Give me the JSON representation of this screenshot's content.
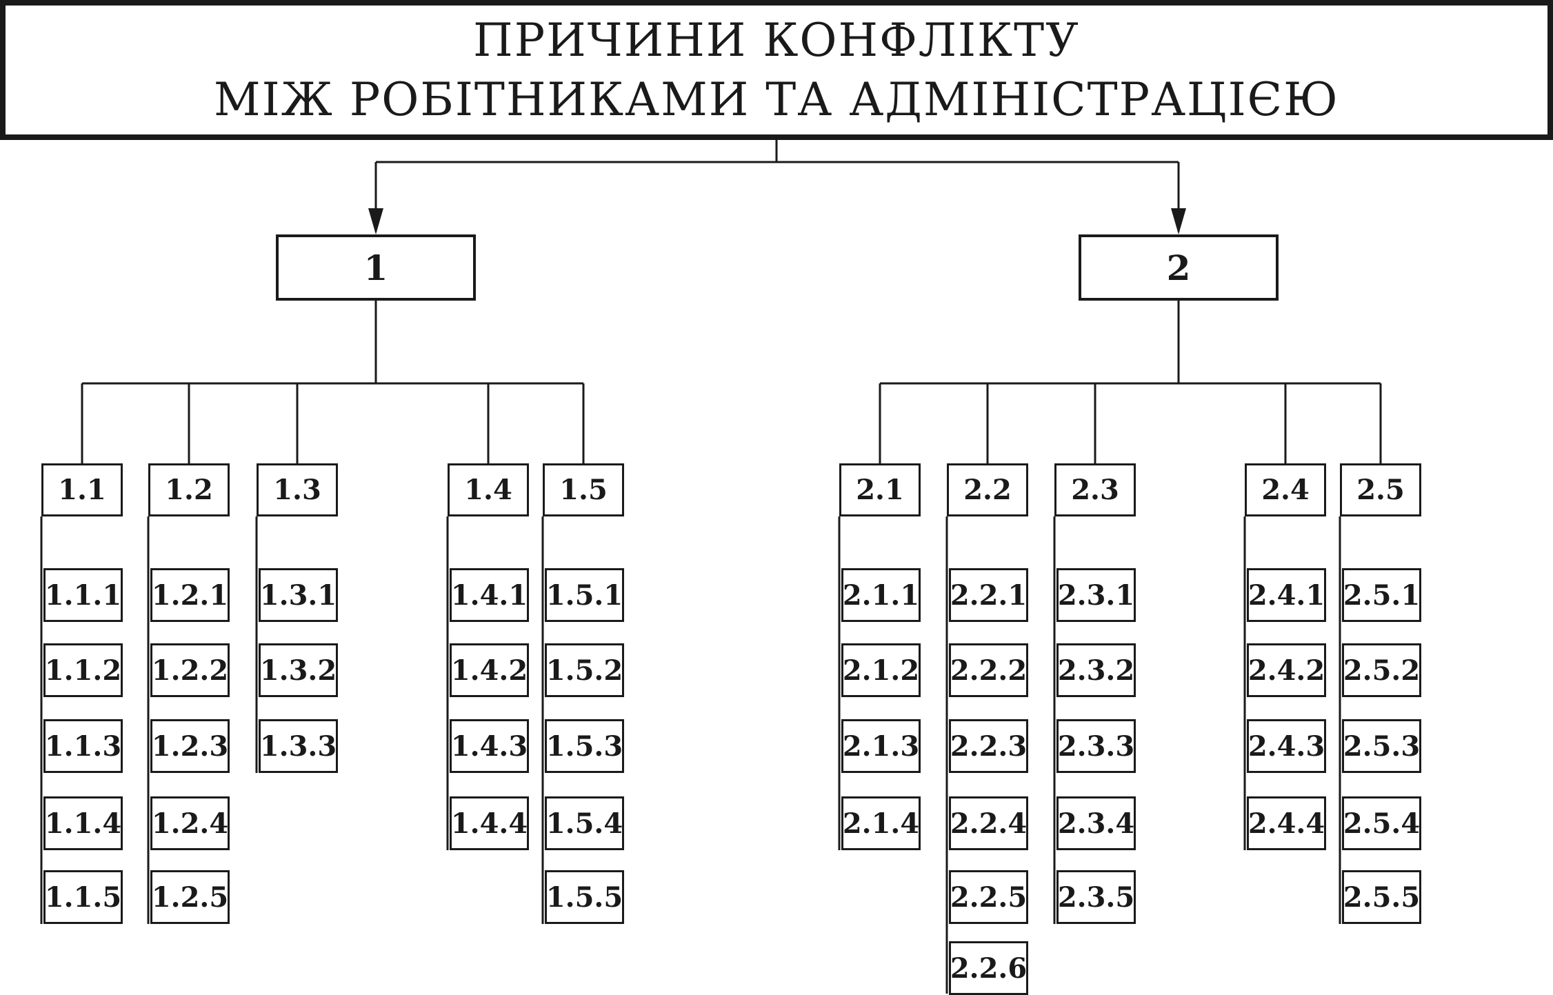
{
  "title": {
    "line1": "ПРИЧИНИ КОНФЛІКТУ",
    "line2": "МІЖ РОБІТНИКАМИ ТА АДМІНІСТРАЦІЄЮ"
  },
  "groups": [
    {
      "label": "1",
      "subgroups": [
        {
          "label": "1.1",
          "items": [
            "1.1.1",
            "1.1.2",
            "1.1.3",
            "1.1.4",
            "1.1.5"
          ]
        },
        {
          "label": "1.2",
          "items": [
            "1.2.1",
            "1.2.2",
            "1.2.3",
            "1.2.4",
            "1.2.5"
          ]
        },
        {
          "label": "1.3",
          "items": [
            "1.3.1",
            "1.3.2",
            "1.3.3"
          ]
        },
        {
          "label": "1.4",
          "items": [
            "1.4.1",
            "1.4.2",
            "1.4.3",
            "1.4.4"
          ]
        },
        {
          "label": "1.5",
          "items": [
            "1.5.1",
            "1.5.2",
            "1.5.3",
            "1.5.4",
            "1.5.5"
          ]
        }
      ]
    },
    {
      "label": "2",
      "subgroups": [
        {
          "label": "2.1",
          "items": [
            "2.1.1",
            "2.1.2",
            "2.1.3",
            "2.1.4"
          ]
        },
        {
          "label": "2.2",
          "items": [
            "2.2.1",
            "2.2.2",
            "2.2.3",
            "2.2.4",
            "2.2.5",
            "2.2.6"
          ]
        },
        {
          "label": "2.3",
          "items": [
            "2.3.1",
            "2.3.2",
            "2.3.3",
            "2.3.4",
            "2.3.5"
          ]
        },
        {
          "label": "2.4",
          "items": [
            "2.4.1",
            "2.4.2",
            "2.4.3",
            "2.4.4"
          ]
        },
        {
          "label": "2.5",
          "items": [
            "2.5.1",
            "2.5.2",
            "2.5.3",
            "2.5.4",
            "2.5.5"
          ]
        }
      ]
    }
  ]
}
